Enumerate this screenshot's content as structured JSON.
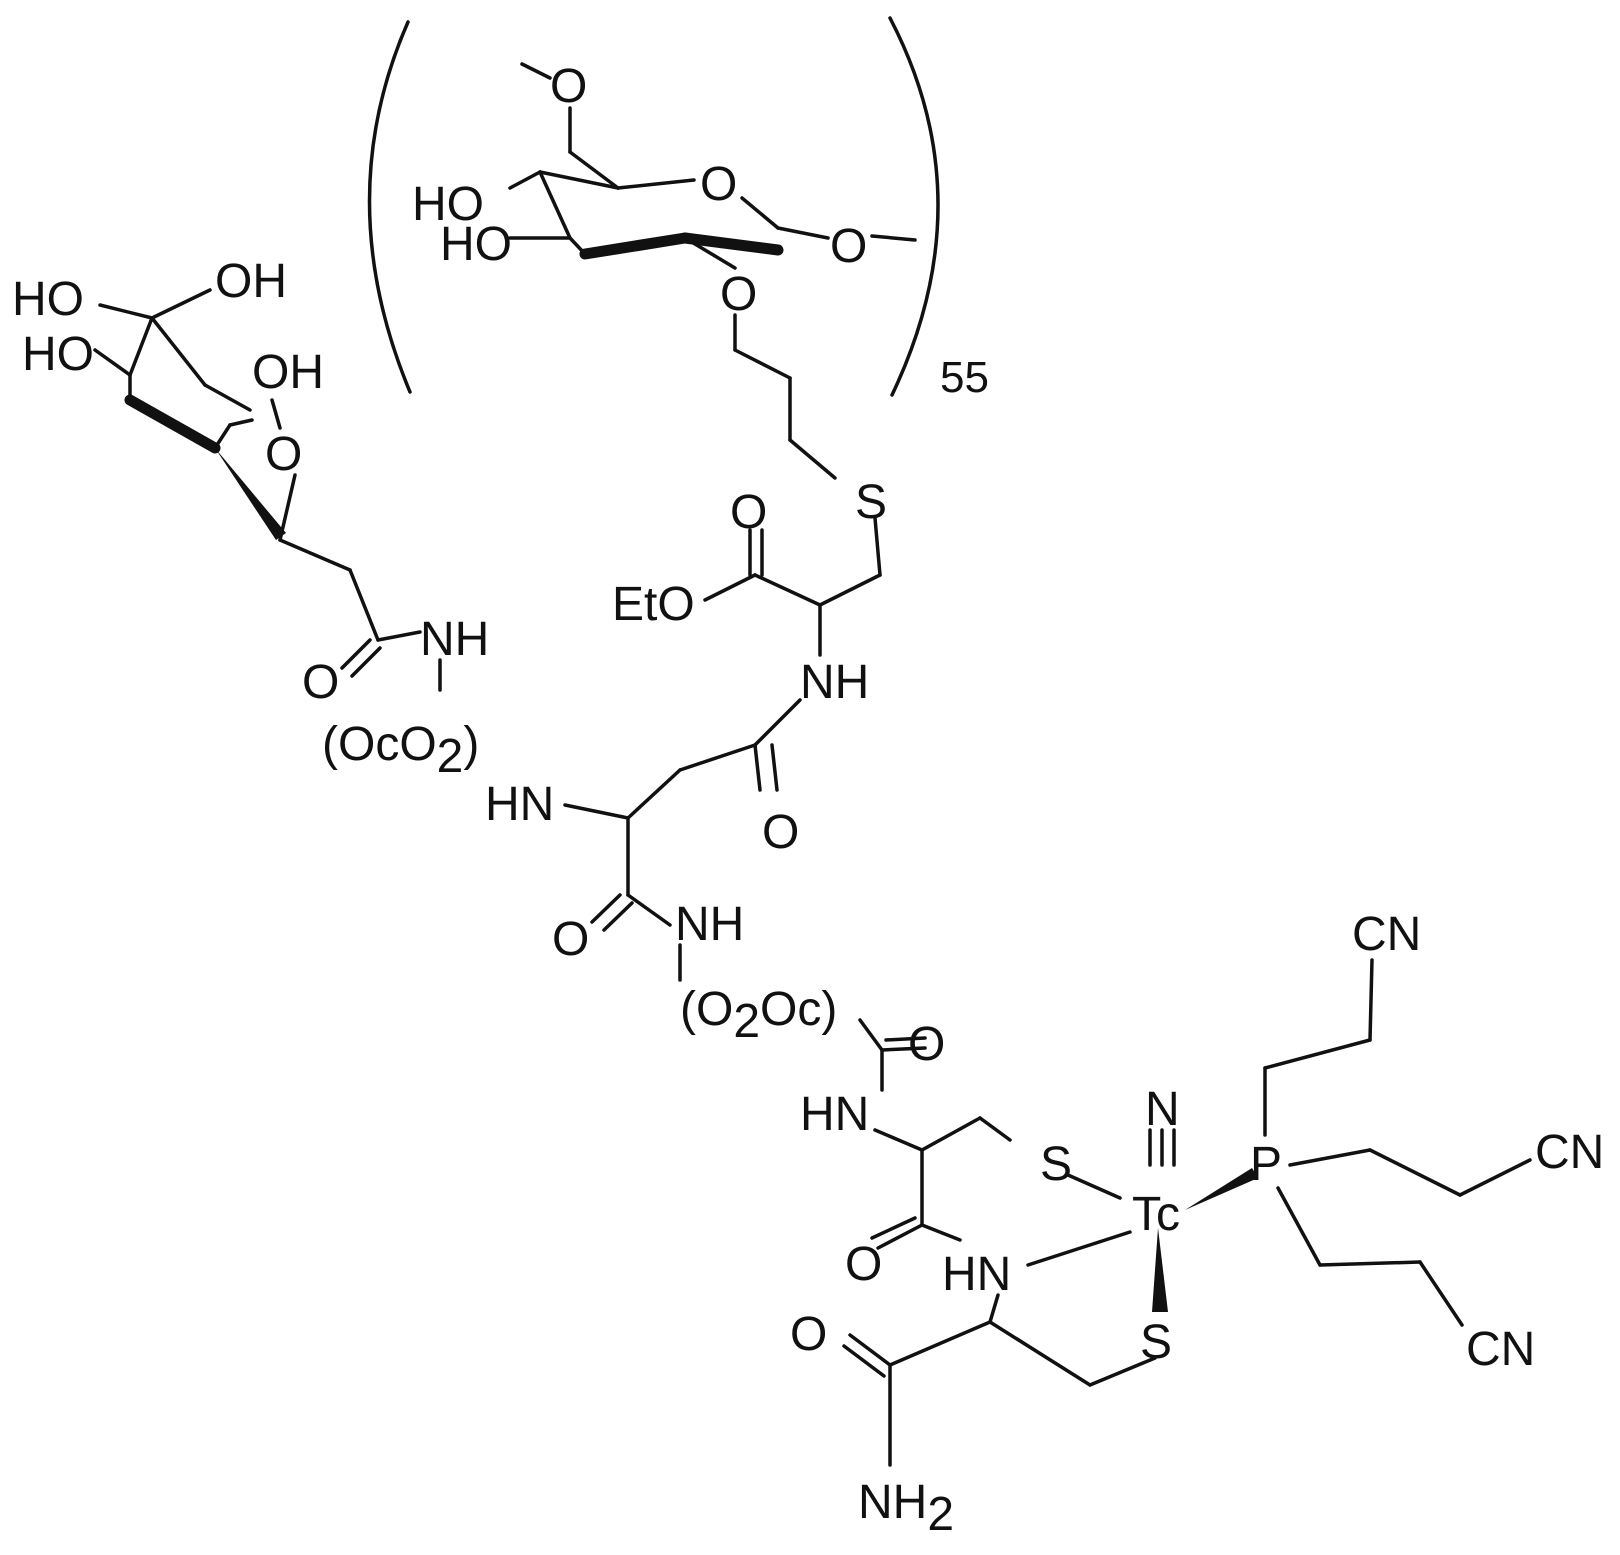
{
  "diagram": {
    "repeat_count": "55",
    "labels": {
      "methoxy_o": "O",
      "glucose_ring_o": "O",
      "glucose_ho_upper": "HO",
      "glucose_ho_lower": "HO",
      "glycosidic_o": "O",
      "ether_o": "O",
      "mannose_oh_top": "OH",
      "mannose_ho_1": "HO",
      "mannose_ho_2": "HO",
      "mannose_oh_right": "OH",
      "mannose_ring_o": "O",
      "thioether_s": "S",
      "ester_carbonyl_o": "O",
      "ethoxy": "EtO",
      "nh_1": "NH",
      "amide_o_1": "O",
      "nh_left": "NH",
      "linker_1": "(OcO",
      "linker_1_sub": "2",
      "linker_1_close": ")",
      "hn_asp": "HN",
      "asp_side_o": "O",
      "asp_amide_o": "O",
      "nh_2": "NH",
      "linker_2": "(O",
      "linker_2_sub": "2",
      "linker_2_rest": "Oc)",
      "cys_urea_o": "O",
      "hn_cys": "HN",
      "s_cys": "S",
      "nitrido_n": "N",
      "tc": "Tc",
      "p": "P",
      "cn_top": "CN",
      "cn_right": "CN",
      "cn_bottom": "CN",
      "cys_o": "O",
      "hn_tc": "HN",
      "s_bottom": "S",
      "terminal_o": "O",
      "nh2": "NH",
      "nh2_sub": "2"
    }
  }
}
